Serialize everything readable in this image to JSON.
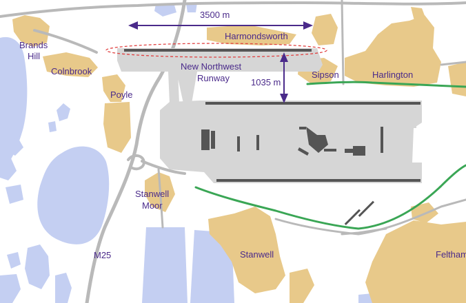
{
  "places": {
    "brands_hill_1": "Brands",
    "brands_hill_2": "Hill",
    "colnbrook": "Colnbrook",
    "poyle": "Poyle",
    "harmondsworth": "Harmondsworth",
    "sipson": "Sipson",
    "harlington": "Harlington",
    "stanwell_moor_1": "Stanwell",
    "stanwell_moor_2": "Moor",
    "stanwell": "Stanwell",
    "feltham": "Feltham"
  },
  "runway": {
    "name_line1": "New Northwest",
    "name_line2": "Runway",
    "length": "3500 m",
    "separation": "1035 m"
  },
  "roads": {
    "m25": "M25"
  },
  "colors": {
    "urban": "#e8c98a",
    "water": "#c4cff2",
    "airport": "#d6d6d6",
    "road": "#b9b9b9",
    "runway": "#555555",
    "rail": "#3aa655",
    "annotation": "#4a2a8a",
    "proposal_outline": "#e04040"
  }
}
